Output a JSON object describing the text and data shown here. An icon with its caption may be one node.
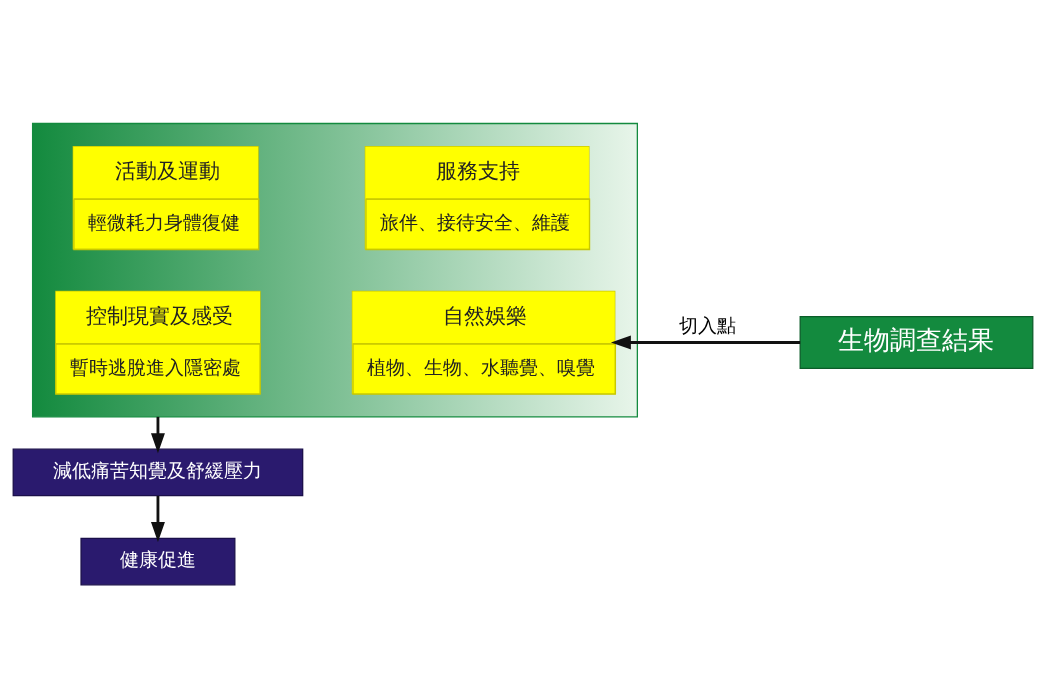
{
  "diagram": {
    "nodes": [
      {
        "text": [],
        "shape": "box"
      },
      {
        "text": [
          "活動及運動",
          "輕微耗力身體復健"
        ],
        "in": 0
      },
      {
        "text": [
          "服務支持",
          "旅伴、接待安全、維護"
        ],
        "in": 0
      },
      {
        "text": [
          "控制現實及感受",
          "暫時逃脫進入隱密處"
        ],
        "in": 0
      },
      {
        "text": [
          "自然娛樂",
          "植物、生物、水聽覺、嗅覺"
        ],
        "in": 0
      },
      {
        "text": [
          "生物調查結果"
        ]
      },
      {
        "text": [
          "減低痛苦知覺及舒緩壓力"
        ]
      },
      {
        "text": [
          "健康促進"
        ]
      }
    ],
    "edges": [
      {
        "from": 5,
        "to": 4,
        "arrow": "to",
        "label": "切入點"
      },
      {
        "from": 0,
        "to": 6,
        "arrow": "to"
      },
      {
        "from": 6,
        "to": 7,
        "arrow": "to"
      }
    ]
  }
}
